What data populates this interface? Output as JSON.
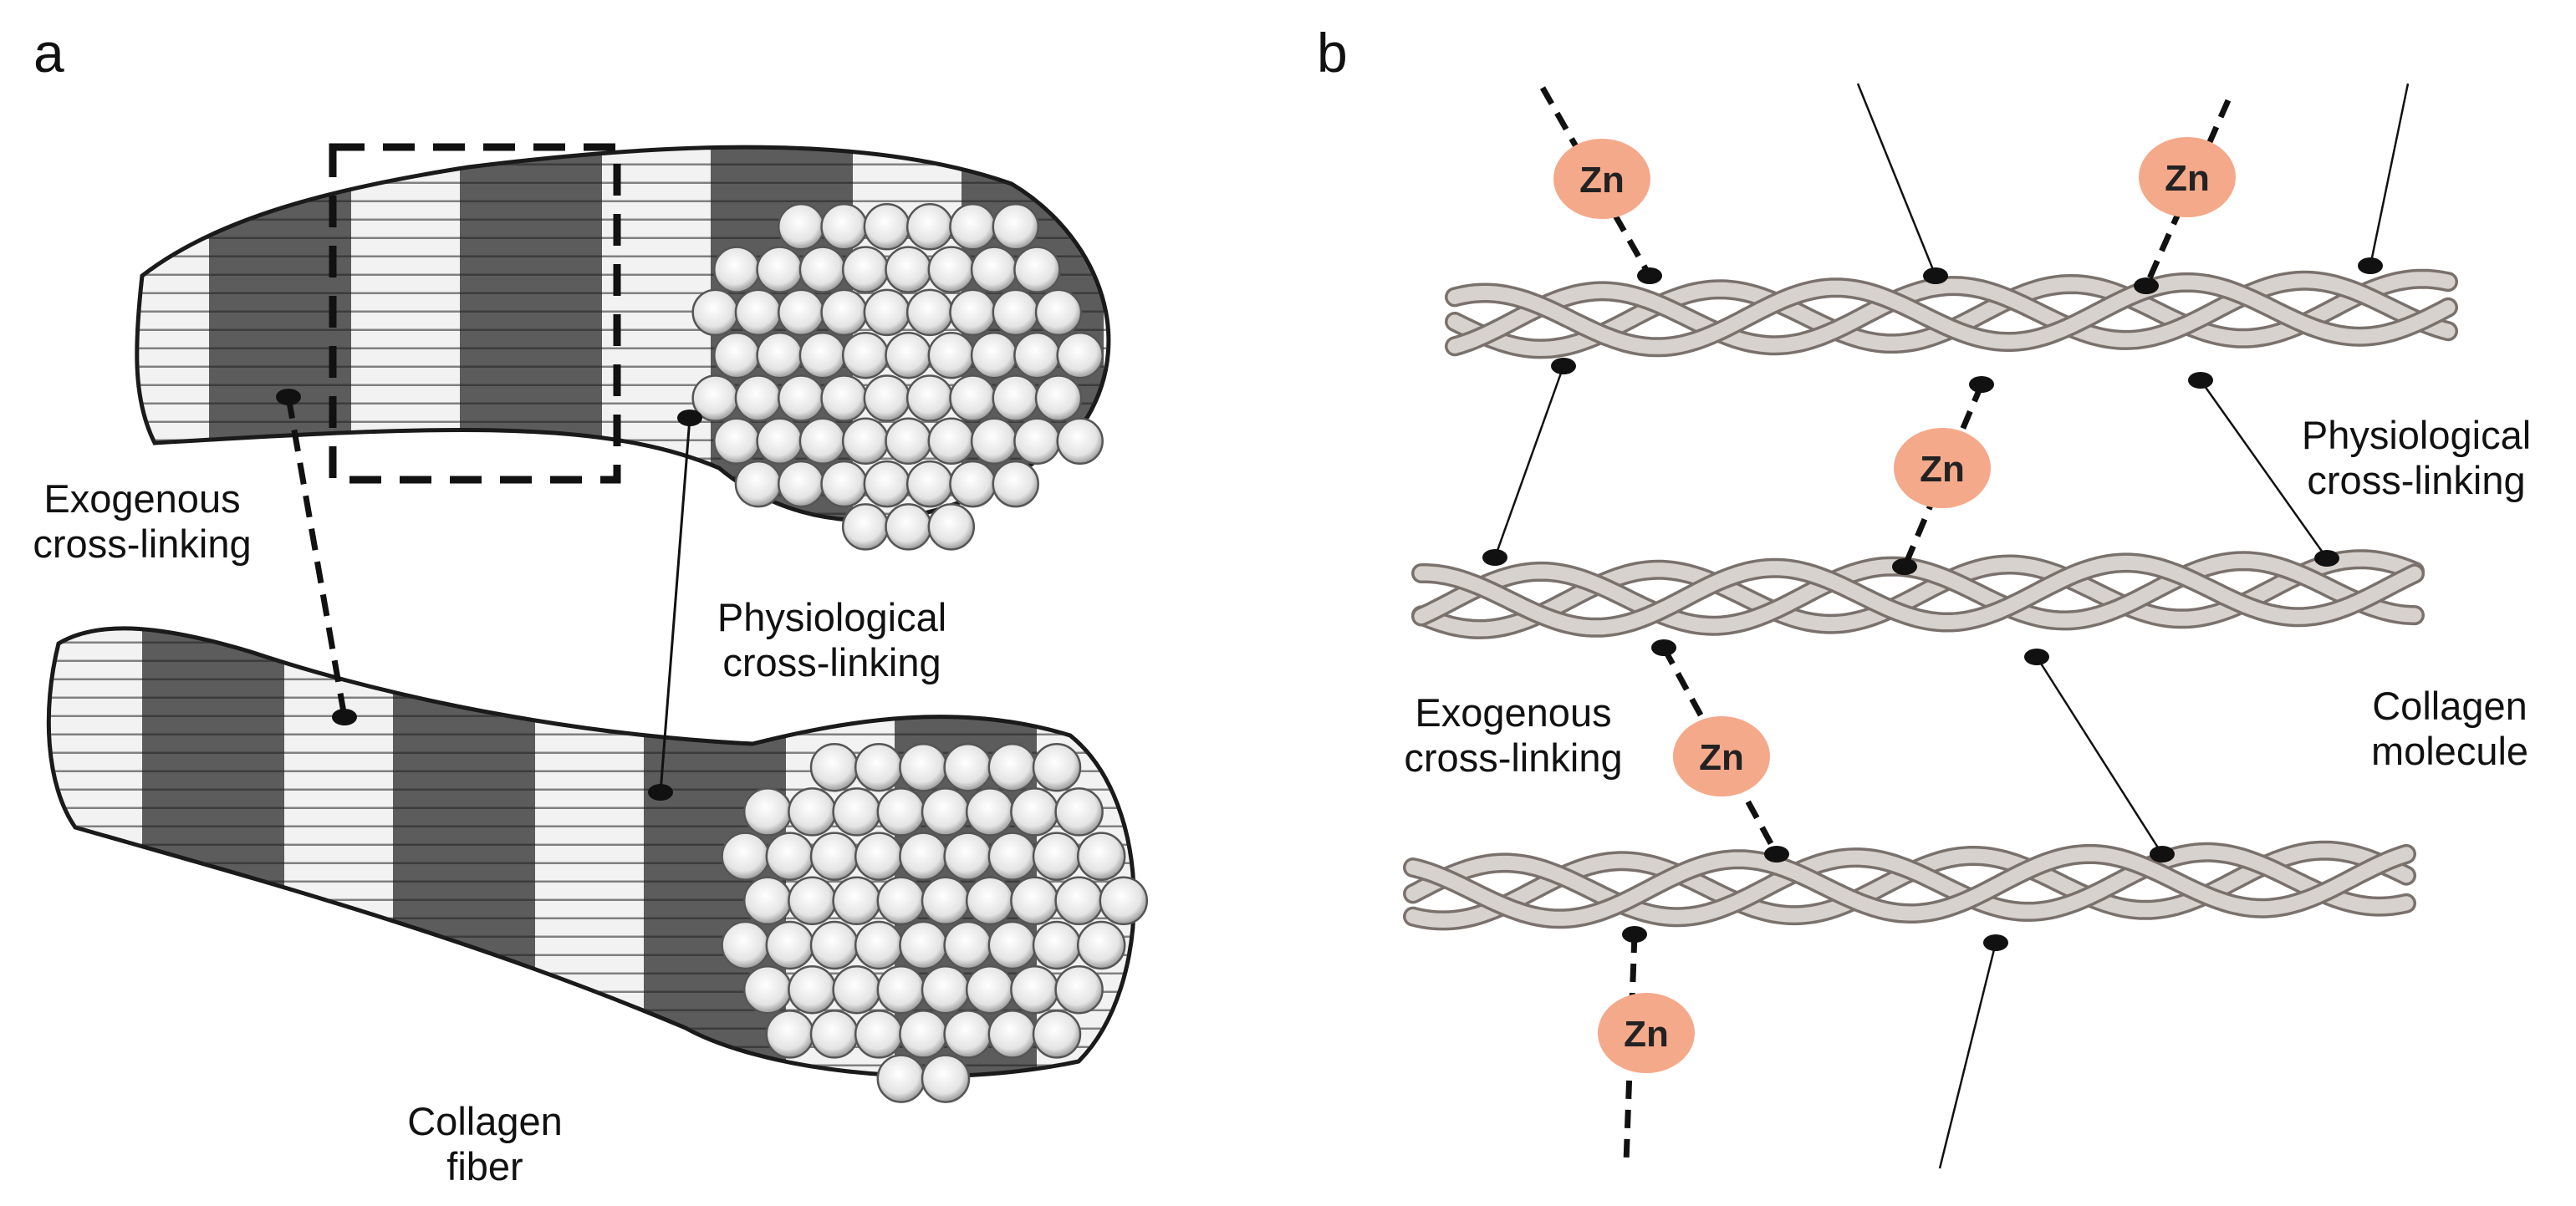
{
  "panels": {
    "a": "a",
    "b": "b"
  },
  "panel_a": {
    "exogenous_label": [
      "Exogenous",
      "cross-linking"
    ],
    "physiological_label": [
      "Physiological",
      "cross-linking"
    ],
    "fiber_label": [
      "Collagen",
      "fiber"
    ]
  },
  "panel_b": {
    "exogenous_label": [
      "Exogenous",
      "cross-linking"
    ],
    "physiological_label": [
      "Physiological",
      "cross-linking"
    ],
    "molecule_label": [
      "Collagen",
      "molecule"
    ],
    "zinc_symbol": "Zn"
  },
  "colors": {
    "band_dark": "#5c5c5c",
    "band_light": "#f2f2f2",
    "strand_fill": "#d8d2ce",
    "strand_edge": "#7a716c",
    "zinc_fill": "#f4a98a"
  }
}
